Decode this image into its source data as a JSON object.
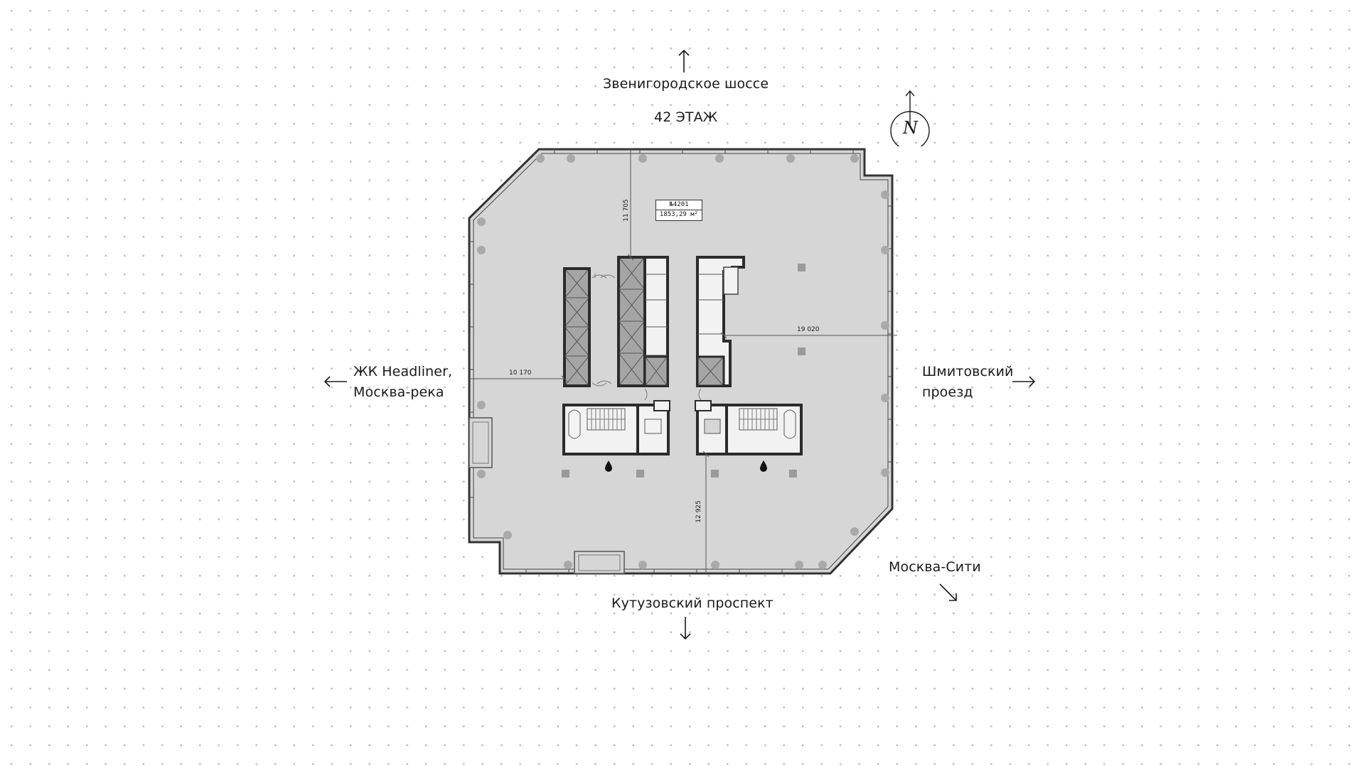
{
  "floor_title": "42 ЭТАЖ",
  "unit": {
    "number": "№4201",
    "area": "1853,29 м²"
  },
  "streets": {
    "north": "Звенигородское шоссе",
    "west_line1": "ЖК Headliner,",
    "west_line2": "Москва-река",
    "east_line1": "Шмитовский",
    "east_line2": "проезд",
    "south": "Кутузовский проспект",
    "southeast": "Москва-Сити"
  },
  "dimensions": {
    "north_to_core": "11 705",
    "west_to_core": "10 170",
    "east_to_core": "19 020",
    "south_to_core": "12 925"
  },
  "compass": {
    "letter": "N",
    "icon": "north-arrow-icon"
  },
  "icons": {
    "arrow": "arrow-icon",
    "drop": "water-drop-icon"
  },
  "colors": {
    "floor_fill": "#d6d6d6",
    "walls": "#2b2b2b",
    "text": "#1a1a1a",
    "background_dots": "#c4c4c4"
  }
}
